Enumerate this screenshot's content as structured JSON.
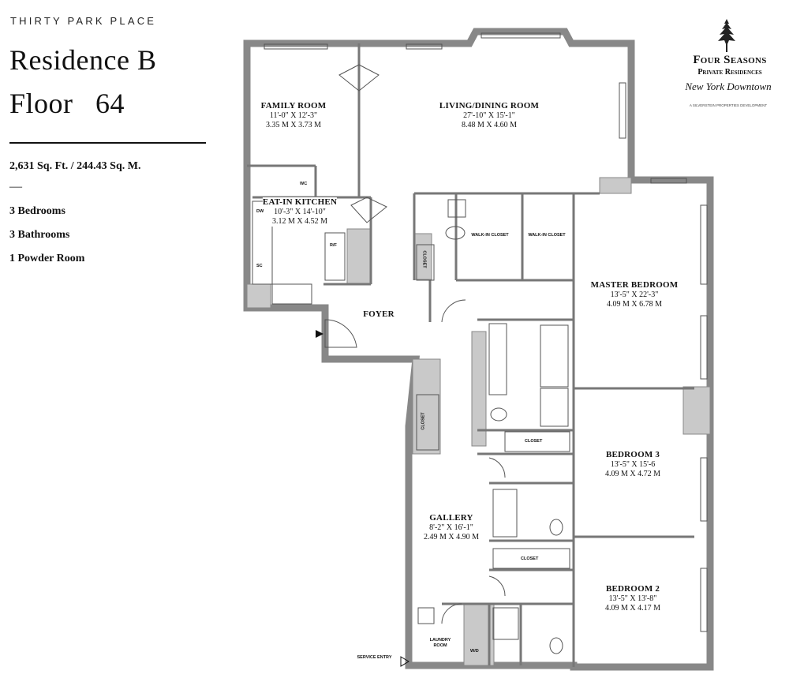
{
  "header": {
    "building_name": "THIRTY PARK PLACE",
    "residence": "Residence B",
    "floor": "Floor   64"
  },
  "summary": {
    "area": "2,631 Sq. Ft. / 244.43 Sq. M.",
    "dash": "—",
    "features": [
      "3 Bedrooms",
      "3 Bathrooms",
      "1 Powder Room"
    ]
  },
  "brand": {
    "line1": "Four Seasons",
    "line2": "Private Residences",
    "line3": "New York Downtown",
    "line4": "A SILVERSTEIN PROPERTIES DEVELOPMENT"
  },
  "rooms": {
    "family": {
      "name": "FAMILY ROOM",
      "imperial": "11'-0\" X 12'-3\"",
      "metric": "3.35 M X 3.73 M"
    },
    "living": {
      "name": "LIVING/DINING ROOM",
      "imperial": "27'-10\" X 15'-1\"",
      "metric": "8.48 M X 4.60 M"
    },
    "kitchen": {
      "name": "EAT-IN KITCHEN",
      "imperial": "10'-3\" X 14'-10\"",
      "metric": "3.12 M X 4.52 M"
    },
    "foyer": {
      "name": "FOYER"
    },
    "master": {
      "name": "MASTER BEDROOM",
      "imperial": "13'-5\" X 22'-3\"",
      "metric": "4.09 M X 6.78 M"
    },
    "bedroom3": {
      "name": "BEDROOM 3",
      "imperial": "13'-5\" X 15'-6",
      "metric": "4.09 M X 4.72 M"
    },
    "gallery": {
      "name": "GALLERY",
      "imperial": "8'-2\" X 16'-1\"",
      "metric": "2.49 M X 4.90 M"
    },
    "bedroom2": {
      "name": "BEDROOM 2",
      "imperial": "13'-5\" X 13'-8\"",
      "metric": "4.09 M X 4.17 M"
    }
  },
  "small_labels": {
    "walkin1": "WALK-IN CLOSET",
    "walkin2": "WALK-IN CLOSET",
    "closet_a": "CLOSET",
    "closet_b": "CLOSET",
    "closet_c": "CLOSET",
    "closet_d": "CLOSET",
    "laundry": "LAUNDRY ROOM",
    "wd": "W/D",
    "service": "SERVICE ENTRY",
    "dw": "DW",
    "wc": "WC",
    "rf": "R/F",
    "sc": "SC"
  }
}
